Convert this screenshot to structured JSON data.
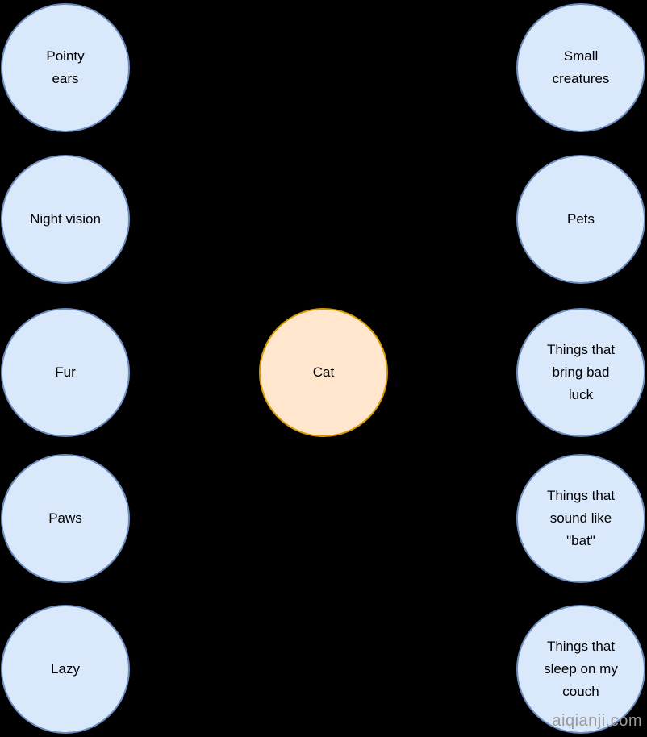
{
  "diagram": {
    "center_node": {
      "label": "Cat"
    },
    "left_nodes": [
      {
        "label": "Pointy\nears"
      },
      {
        "label": "Night vision"
      },
      {
        "label": "Fur"
      },
      {
        "label": "Paws"
      },
      {
        "label": "Lazy"
      }
    ],
    "right_nodes": [
      {
        "label": "Small\ncreatures"
      },
      {
        "label": "Pets"
      },
      {
        "label": "Things that\nbring bad\nluck"
      },
      {
        "label": "Things that\nsound like\n\"bat\""
      },
      {
        "label": "Things that\nsleep on my\ncouch"
      }
    ],
    "colors": {
      "background": "#000000",
      "node_fill": "#dae8fc",
      "node_stroke": "#6c8ebf",
      "center_fill": "#ffe6cc",
      "center_stroke": "#d79b00",
      "text": "#000000",
      "watermark": "#999999"
    },
    "watermark": "aiqianji.com"
  }
}
